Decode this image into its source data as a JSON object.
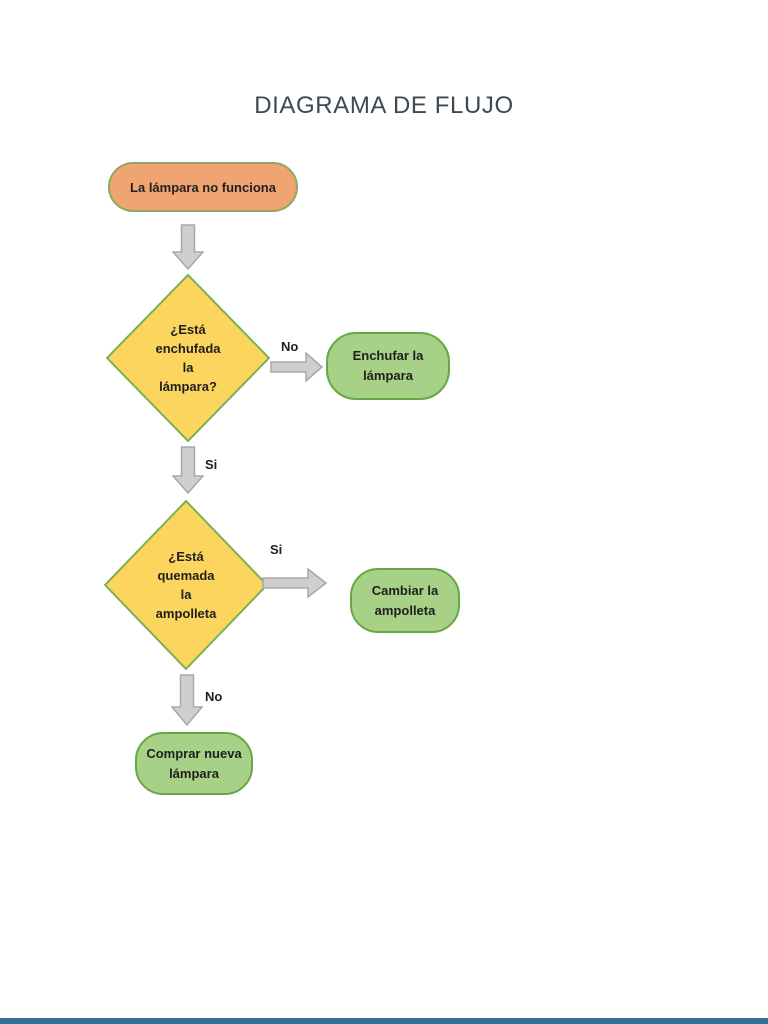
{
  "page": {
    "title": "DIAGRAMA DE FLUJO"
  },
  "colors": {
    "title_text": "#3e4852",
    "node_text": "#1f1f1f",
    "terminator_fill": "#efa472",
    "terminator_border": "#8bab5f",
    "decision_fill": "#fcd55f",
    "decision_border": "#7cb153",
    "process_fill": "#a6d187",
    "process_border": "#69a746",
    "arrow_fill": "#cfcfcf",
    "arrow_stroke": "#a8a8a8",
    "bottom_bar": "#2f6f98"
  },
  "flowchart": {
    "nodes": {
      "start": {
        "type": "terminator",
        "label": "La lámpara no funciona"
      },
      "decision1": {
        "type": "decision",
        "lines": [
          "¿Está",
          "enchufada",
          "la",
          "lámpara?"
        ]
      },
      "process1": {
        "type": "process",
        "lines": [
          "Enchufar la",
          "lámpara"
        ]
      },
      "decision2": {
        "type": "decision",
        "lines": [
          "¿Está",
          "quemada",
          "la",
          "ampolleta"
        ]
      },
      "process2": {
        "type": "process",
        "lines": [
          "Cambiar la",
          "ampolleta"
        ]
      },
      "process3": {
        "type": "process",
        "lines": [
          "Comprar nueva",
          "lámpara"
        ]
      }
    },
    "branch_labels": {
      "decision1_no": "No",
      "decision1_si": "Si",
      "decision2_si": "Si",
      "decision2_no": "No"
    }
  }
}
